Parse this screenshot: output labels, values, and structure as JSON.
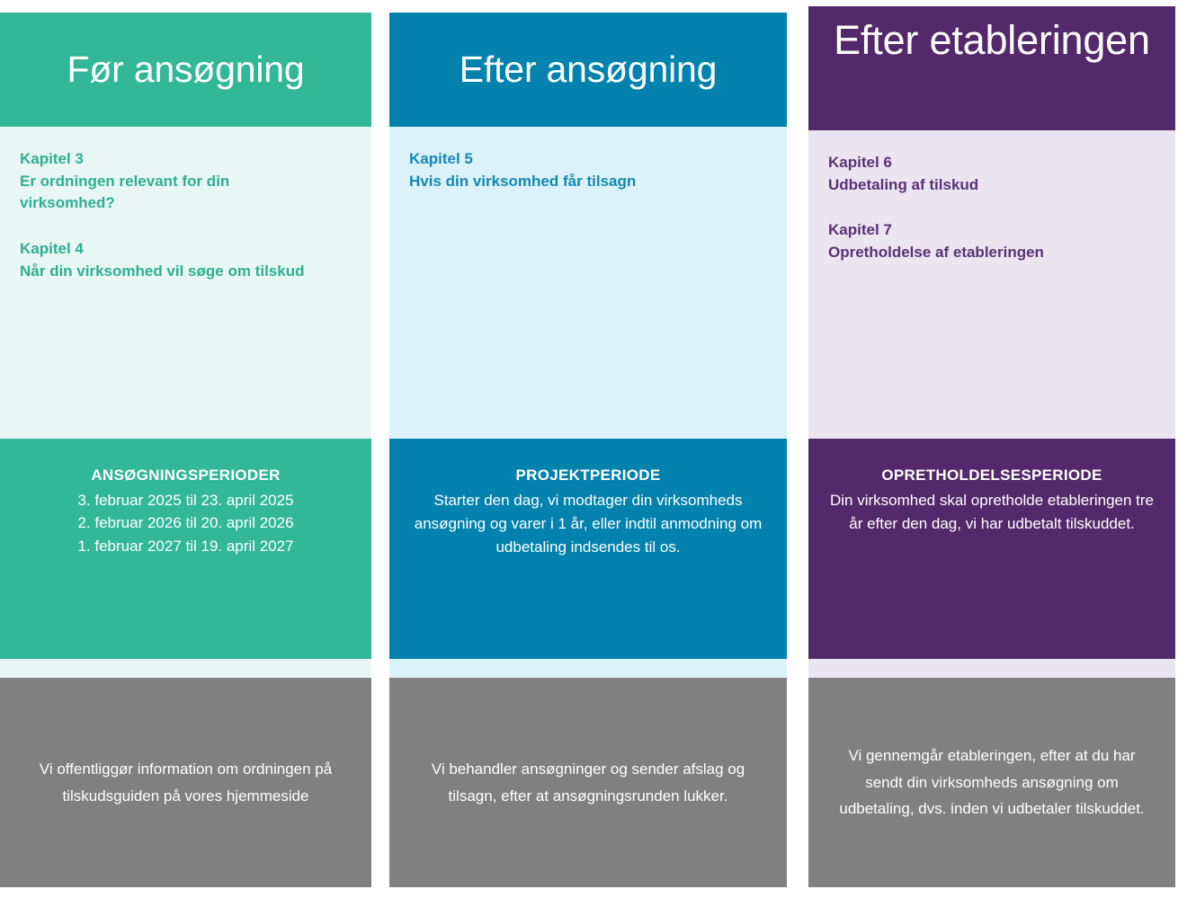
{
  "columns": [
    {
      "id": "før-ansøgning",
      "header": "Før ansøgning",
      "accent": "#32B799",
      "light": "#E8F7F3",
      "chapters": [
        {
          "kicker": "Kapitel 3",
          "title": "Er ordningen relevant for din virksomhed?"
        },
        {
          "kicker": "Kapitel 4",
          "title": "Når din virksomhed vil søge om tilskud"
        }
      ],
      "period": {
        "heading": "ANSØGNINGSPERIODER",
        "lines": [
          "3. februar 2025 til 23. april 2025",
          "2. februar 2026 til 20. april 2026",
          "1. februar 2027 til 19. april 2027"
        ],
        "text": ""
      },
      "footer": "Vi offentliggør information om ordningen på tilskudsguiden på vores hjemmeside"
    },
    {
      "id": "efter-ansøgning",
      "header": "Efter ansøgning",
      "accent": "#0282AD",
      "light": "#DBF2FB",
      "chapters": [
        {
          "kicker": "Kapitel 5",
          "title": "Hvis din virksomhed får tilsagn"
        }
      ],
      "period": {
        "heading": "PROJEKTPERIODE",
        "lines": [],
        "text": "Starter den dag, vi modtager din virksomheds ansøgning og varer i 1 år, eller indtil anmodning om udbetaling indsendes til os."
      },
      "footer": "Vi behandler ansøgninger og sender afslag og tilsagn, efter at ansøgningsrunden lukker."
    },
    {
      "id": "efter-etableringen",
      "header": "Efter etableringen",
      "accent": "#54296B",
      "light": "#EBE5F1",
      "chapters": [
        {
          "kicker": "Kapitel 6",
          "title": "Udbetaling af tilskud"
        },
        {
          "kicker": "Kapitel 7",
          "title": "Opretholdelse af etableringen"
        }
      ],
      "period": {
        "heading": "OPRETHOLDELSESPERIODE",
        "lines": [],
        "text": "Din virksomhed skal opretholde etableringen tre år efter den dag, vi har udbetalt tilskuddet."
      },
      "footer": "Vi gennemgår etableringen, efter at du har sendt din virksomheds ansøgning om udbetaling, dvs. inden vi udbetaler tilskuddet."
    }
  ],
  "colors": {
    "green": "#32B799",
    "green_light": "#E8F7F3",
    "green_text": "#2FAF92",
    "blue": "#0282AD",
    "blue_light": "#DBF2FB",
    "blue_text": "#1389B5",
    "purple": "#54296B",
    "purple_light": "#EBE5F1",
    "purple_text": "#5B3277",
    "gray": "#808080",
    "white": "#FFFFFF"
  }
}
